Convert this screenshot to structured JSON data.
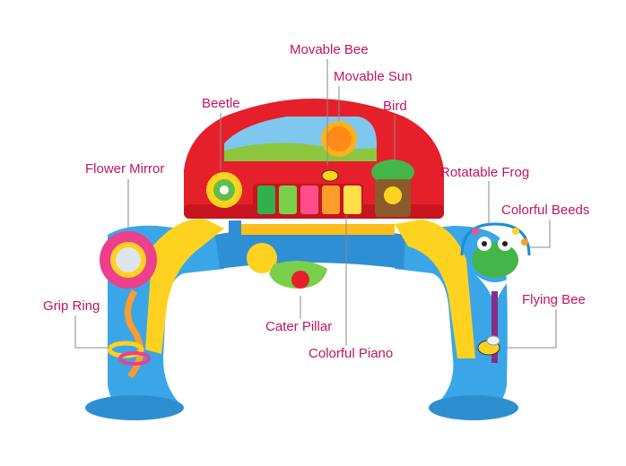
{
  "labels": {
    "movable_bee": "Movable Bee",
    "movable_sun": "Movable Sun",
    "beetle": "Beetle",
    "bird": "Bird",
    "flower_mirror": "Flower Mirror",
    "rotatable_frog": "Rotatable Frog",
    "colorful_beeds": "Colorful Beeds",
    "grip_ring": "Grip Ring",
    "flying_bee": "Flying Bee",
    "cater_pillar": "Cater Pillar",
    "colorful_piano": "Colorful Piano"
  },
  "colors": {
    "label_text": "#c4145e",
    "leader_line": "#8a8a8a",
    "base_blue": "#3aa6e8",
    "frame_yellow": "#ffd21f",
    "panel_red": "#e5202a",
    "flower_pink": "#ee3f8c",
    "frog_green": "#44b649"
  }
}
